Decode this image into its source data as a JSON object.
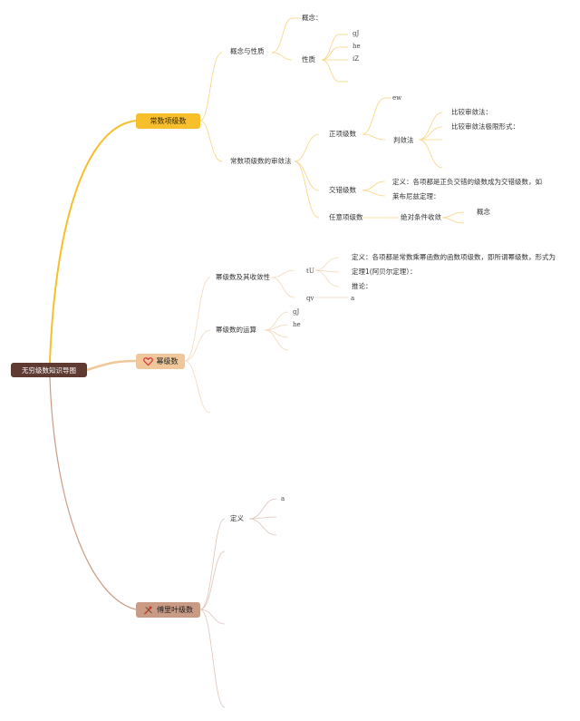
{
  "root": {
    "label": "无穷级数知识导图"
  },
  "colors": {
    "root": "#5e3a31",
    "branch1": "#f8bf2d",
    "branch2": "#efc79b",
    "branch3": "#c99b85"
  },
  "branch1": {
    "label": "常数项级数",
    "concept_property": "概念与性质",
    "concept": "概念：",
    "property": "性质",
    "property_items": [
      "gJ",
      "he",
      "iZ"
    ],
    "tests": "常数项级数的审敛法",
    "positive": "正项级数",
    "ew": "ew",
    "judge": "判敛法",
    "compare": "比较审敛法：",
    "compare_limit": "比较审敛法极限形式：",
    "alternating": "交错级数",
    "alt_def_1": "定义：各项都是正负交错的级数成为交错级数，如",
    "alt_def_2": "莱布尼兹定理：",
    "arbitrary": "任意项级数",
    "abs_conv": "绝对条件收敛",
    "abs_concept": "概念"
  },
  "branch2": {
    "icon": "heart-icon",
    "label": "幂级数",
    "power_conv": "幂级数及其收敛性",
    "tu": "tU",
    "def_1": "定义：各项都是常数乘幂函数的函数项级数，即所谓幂级数，形式为",
    "def_2": "定理1(阿贝尔定理）：",
    "corollary": "推论：",
    "qv": "qv",
    "a": "a",
    "ops": "幂级数的运算",
    "ops_items": [
      "gJ",
      "he"
    ]
  },
  "branch3": {
    "icon": "tools-icon",
    "label": "傅里叶级数",
    "definition": "定义",
    "a": "a"
  }
}
